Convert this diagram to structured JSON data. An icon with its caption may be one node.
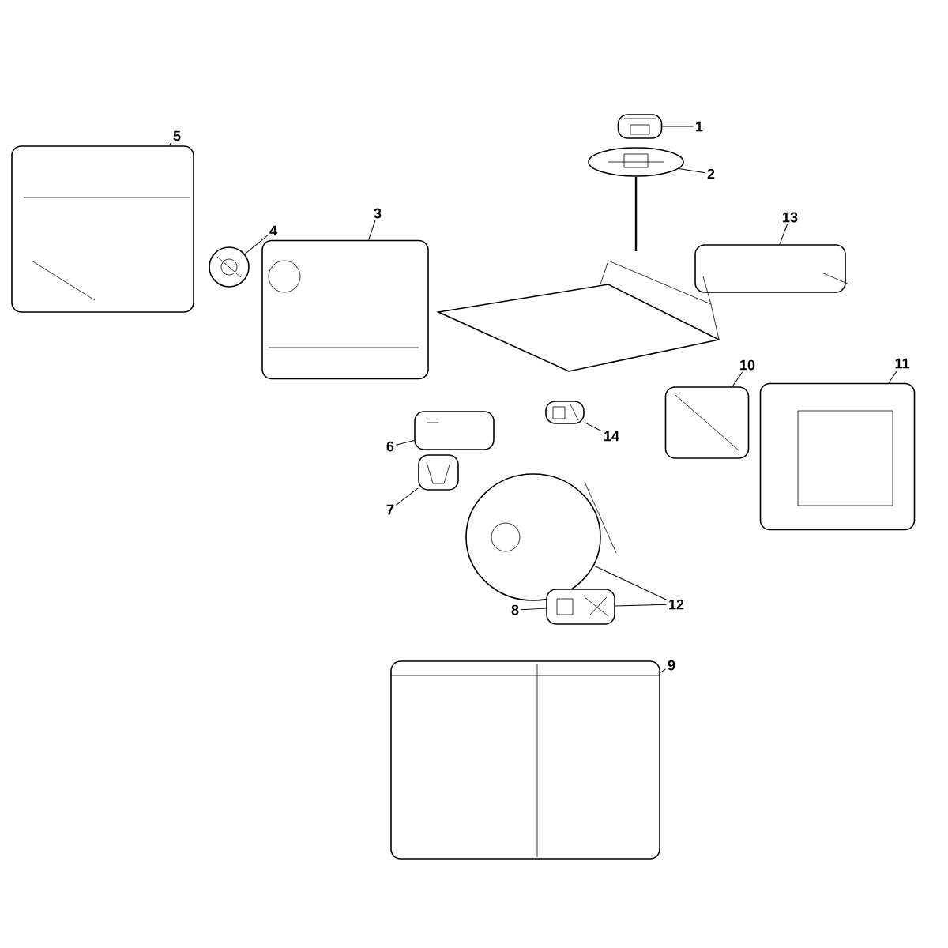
{
  "diagram": {
    "nodes": [
      {
        "text": [
          "1"
        ]
      },
      {
        "text": [
          "5"
        ]
      },
      {
        "text": [
          "2"
        ]
      },
      {
        "text": [
          "3"
        ]
      },
      {
        "text": [
          "13"
        ]
      },
      {
        "text": [
          "4"
        ]
      },
      {
        "text": [
          "10"
        ]
      },
      {
        "text": [
          "11"
        ]
      },
      {
        "text": [
          "6"
        ]
      },
      {
        "text": [
          "14"
        ]
      },
      {
        "text": [
          "7"
        ]
      },
      {
        "text": [
          "12"
        ]
      },
      {
        "text": [
          "8"
        ]
      },
      {
        "text": [
          "9"
        ]
      },
      {
        "text": [],
        "shape": "picture"
      },
      {
        "text": [],
        "shape": "picture"
      },
      {
        "text": [],
        "shape": "picture"
      },
      {
        "text": [],
        "shape": "picture"
      },
      {
        "text": [],
        "shape": "picture"
      },
      {
        "text": [],
        "shape": "picture"
      },
      {
        "text": [],
        "shape": "picture"
      },
      {
        "text": [],
        "shape": "picture"
      },
      {
        "text": [],
        "shape": "picture"
      },
      {
        "text": [],
        "shape": "picture"
      },
      {
        "text": [],
        "shape": "picture"
      },
      {
        "text": [],
        "shape": "picture"
      },
      {
        "text": [],
        "shape": "picture"
      },
      {
        "text": [],
        "shape": "picture"
      }
    ],
    "edges": [
      {
        "from": 0,
        "to": 14,
        "arrow": "none"
      },
      {
        "from": 1,
        "to": 15,
        "arrow": "none"
      },
      {
        "from": 2,
        "to": 16,
        "arrow": "none"
      },
      {
        "from": 3,
        "to": 17,
        "arrow": "none"
      },
      {
        "from": 4,
        "to": 18,
        "arrow": "none"
      },
      {
        "from": 5,
        "to": 19,
        "arrow": "none"
      },
      {
        "from": 6,
        "to": 20,
        "arrow": "none"
      },
      {
        "from": 7,
        "to": 21,
        "arrow": "none"
      },
      {
        "from": 8,
        "to": 22,
        "arrow": "none"
      },
      {
        "from": 9,
        "to": 23,
        "arrow": "none"
      },
      {
        "from": 10,
        "to": 24,
        "arrow": "none"
      },
      {
        "from": 11,
        "to": 25,
        "arrow": "none"
      },
      {
        "from": 11,
        "to": 26,
        "arrow": "none"
      },
      {
        "from": 12,
        "to": 26,
        "arrow": "none"
      },
      {
        "from": 13,
        "to": 27,
        "arrow": "none"
      }
    ]
  }
}
